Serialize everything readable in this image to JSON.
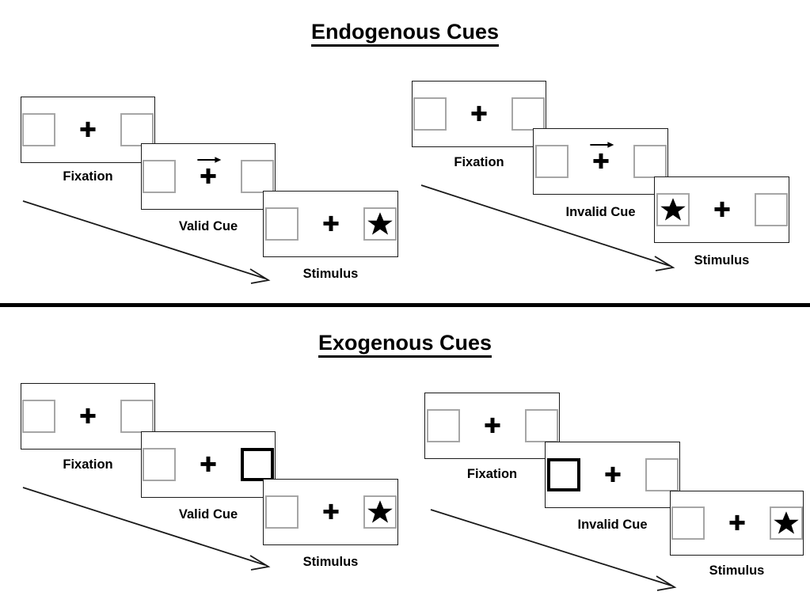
{
  "figure": {
    "title_endogenous": "Endogenous Cues",
    "title_exogenous": "Exogenous Cues",
    "divider_color": "#000000",
    "box_border_color": "#a6a6a6",
    "cued_box_border_color": "#000000",
    "panel_border_color": "#1a1a1a",
    "stimulus_color": "#000000"
  },
  "sections": [
    {
      "id": "endogenous",
      "title": "Endogenous Cues",
      "sequences": [
        {
          "id": "endogenous-valid",
          "flow_arrow_label": "time-flow-arrow",
          "panels": [
            {
              "caption": "Fixation",
              "left_box": "empty",
              "right_box": "empty",
              "center": "plus",
              "cue": "none"
            },
            {
              "caption": "Valid Cue",
              "left_box": "empty",
              "right_box": "empty",
              "center": "plus",
              "cue": "arrow-right"
            },
            {
              "caption": "Stimulus",
              "left_box": "empty",
              "right_box": "star",
              "center": "plus",
              "cue": "none"
            }
          ]
        },
        {
          "id": "endogenous-invalid",
          "flow_arrow_label": "time-flow-arrow",
          "panels": [
            {
              "caption": "Fixation",
              "left_box": "empty",
              "right_box": "empty",
              "center": "plus",
              "cue": "none"
            },
            {
              "caption": "Invalid Cue",
              "left_box": "empty",
              "right_box": "empty",
              "center": "plus",
              "cue": "arrow-right"
            },
            {
              "caption": "Stimulus",
              "left_box": "star",
              "right_box": "empty",
              "center": "plus",
              "cue": "none"
            }
          ]
        }
      ]
    },
    {
      "id": "exogenous",
      "title": "Exogenous Cues",
      "sequences": [
        {
          "id": "exogenous-valid",
          "flow_arrow_label": "time-flow-arrow",
          "panels": [
            {
              "caption": "Fixation",
              "left_box": "empty",
              "right_box": "empty",
              "center": "plus",
              "cue": "none"
            },
            {
              "caption": "Valid Cue",
              "left_box": "empty",
              "right_box": "cued",
              "center": "plus",
              "cue": "peripheral-right"
            },
            {
              "caption": "Stimulus",
              "left_box": "empty",
              "right_box": "star",
              "center": "plus",
              "cue": "none"
            }
          ]
        },
        {
          "id": "exogenous-invalid",
          "flow_arrow_label": "time-flow-arrow",
          "panels": [
            {
              "caption": "Fixation",
              "left_box": "empty",
              "right_box": "empty",
              "center": "plus",
              "cue": "none"
            },
            {
              "caption": "Invalid Cue",
              "left_box": "cued",
              "right_box": "empty",
              "center": "plus",
              "cue": "peripheral-left"
            },
            {
              "caption": "Stimulus",
              "left_box": "empty",
              "right_box": "star",
              "center": "plus",
              "cue": "none"
            }
          ]
        }
      ]
    }
  ],
  "captions": {
    "fixation": "Fixation",
    "valid_cue": "Valid Cue",
    "invalid_cue": "Invalid Cue",
    "stimulus": "Stimulus"
  }
}
